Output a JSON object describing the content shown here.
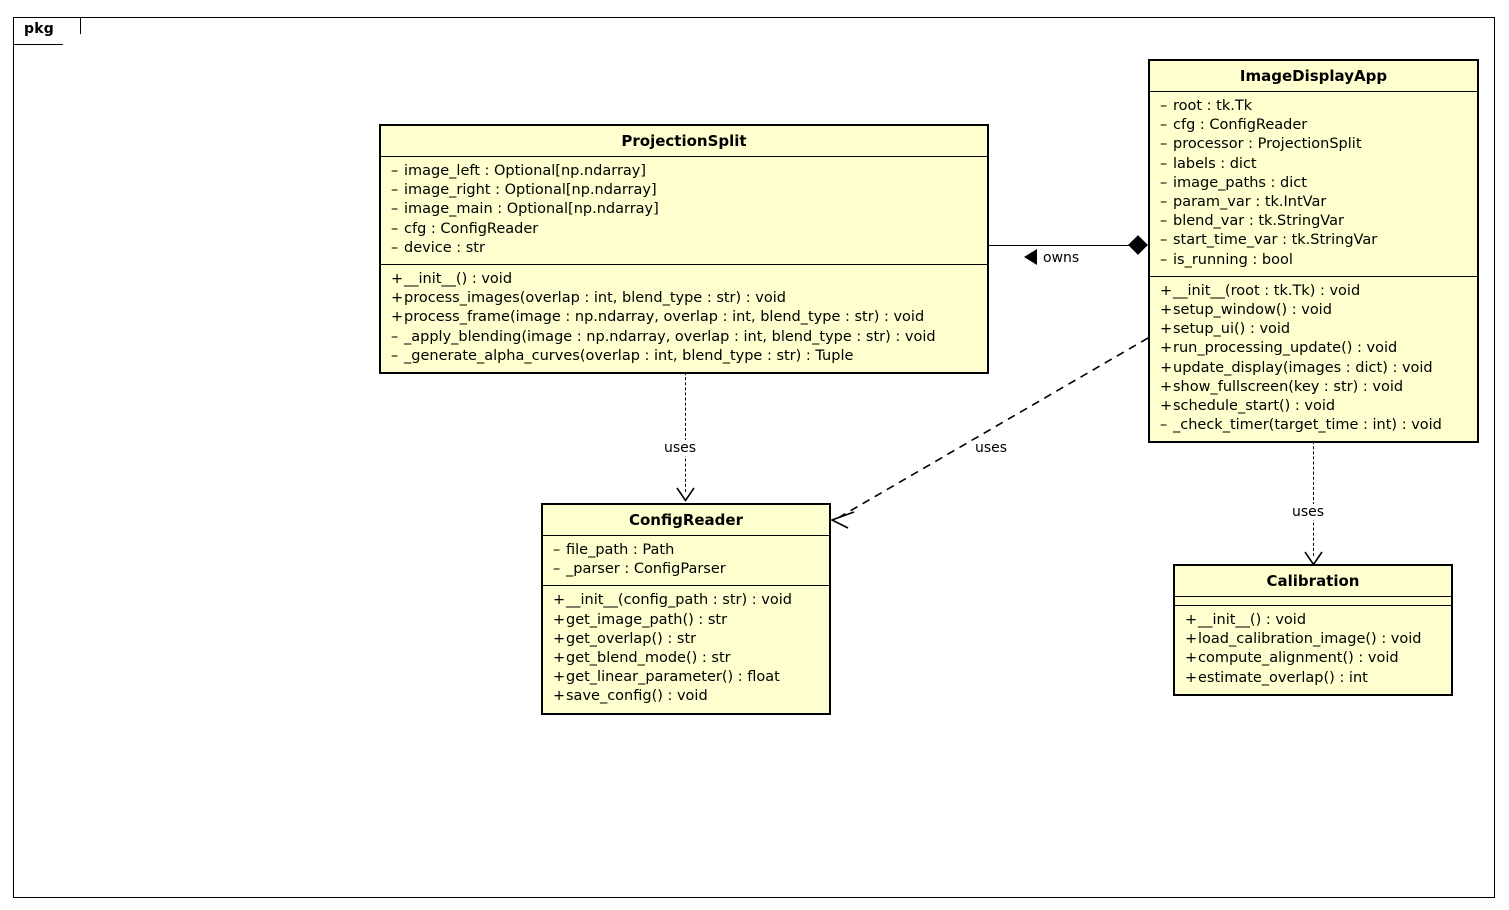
{
  "diagram": {
    "type": "uml-class-diagram",
    "package_label": "pkg",
    "background_color": "#ffffff",
    "class_fill_color": "#fefece",
    "class_border_color": "#000000"
  },
  "classes": [
    {
      "name": "ProjectionSplit",
      "attributes": [
        {
          "visibility": "–",
          "text": "image_left : Optional[np.ndarray]"
        },
        {
          "visibility": "–",
          "text": "image_right : Optional[np.ndarray]"
        },
        {
          "visibility": "–",
          "text": "image_main : Optional[np.ndarray]"
        },
        {
          "visibility": "–",
          "text": "cfg : ConfigReader"
        },
        {
          "visibility": "–",
          "text": "device : str"
        }
      ],
      "methods": [
        {
          "visibility": "+",
          "text": "__init__() : void"
        },
        {
          "visibility": "+",
          "text": "process_images(overlap : int, blend_type : str) : void"
        },
        {
          "visibility": "+",
          "text": "process_frame(image : np.ndarray, overlap : int, blend_type : str) : void"
        },
        {
          "visibility": "–",
          "text": "_apply_blending(image : np.ndarray, overlap : int, blend_type : str) : void"
        },
        {
          "visibility": "–",
          "text": "_generate_alpha_curves(overlap : int, blend_type : str) : Tuple"
        }
      ]
    },
    {
      "name": "ImageDisplayApp",
      "attributes": [
        {
          "visibility": "–",
          "text": "root : tk.Tk"
        },
        {
          "visibility": "–",
          "text": "cfg : ConfigReader"
        },
        {
          "visibility": "–",
          "text": "processor : ProjectionSplit"
        },
        {
          "visibility": "–",
          "text": "labels : dict"
        },
        {
          "visibility": "–",
          "text": "image_paths : dict"
        },
        {
          "visibility": "–",
          "text": "param_var : tk.IntVar"
        },
        {
          "visibility": "–",
          "text": "blend_var : tk.StringVar"
        },
        {
          "visibility": "–",
          "text": "start_time_var : tk.StringVar"
        },
        {
          "visibility": "–",
          "text": "is_running : bool"
        }
      ],
      "methods": [
        {
          "visibility": "+",
          "text": "__init__(root : tk.Tk) : void"
        },
        {
          "visibility": "+",
          "text": "setup_window() : void"
        },
        {
          "visibility": "+",
          "text": "setup_ui() : void"
        },
        {
          "visibility": "+",
          "text": "run_processing_update() : void"
        },
        {
          "visibility": "+",
          "text": "update_display(images : dict) : void"
        },
        {
          "visibility": "+",
          "text": "show_fullscreen(key : str) : void"
        },
        {
          "visibility": "+",
          "text": "schedule_start() : void"
        },
        {
          "visibility": "–",
          "text": "_check_timer(target_time : int) : void"
        }
      ]
    },
    {
      "name": "ConfigReader",
      "attributes": [
        {
          "visibility": "–",
          "text": "file_path : Path"
        },
        {
          "visibility": "–",
          "text": "_parser : ConfigParser"
        }
      ],
      "methods": [
        {
          "visibility": "+",
          "text": "__init__(config_path : str) : void"
        },
        {
          "visibility": "+",
          "text": "get_image_path() : str"
        },
        {
          "visibility": "+",
          "text": "get_overlap() : str"
        },
        {
          "visibility": "+",
          "text": "get_blend_mode() : str"
        },
        {
          "visibility": "+",
          "text": "get_linear_parameter() : float"
        },
        {
          "visibility": "+",
          "text": "save_config() : void"
        }
      ]
    },
    {
      "name": "Calibration",
      "attributes": [],
      "methods": [
        {
          "visibility": "+",
          "text": "__init__() : void"
        },
        {
          "visibility": "+",
          "text": "load_calibration_image() : void"
        },
        {
          "visibility": "+",
          "text": "compute_alignment() : void"
        },
        {
          "visibility": "+",
          "text": "estimate_overlap() : int"
        }
      ]
    }
  ],
  "relationships": [
    {
      "label": "owns",
      "from": "ImageDisplayApp",
      "to": "ProjectionSplit",
      "style": "composition"
    },
    {
      "label": "uses",
      "from": "ProjectionSplit",
      "to": "ConfigReader",
      "style": "dependency"
    },
    {
      "label": "uses",
      "from": "ImageDisplayApp",
      "to": "ConfigReader",
      "style": "dependency"
    },
    {
      "label": "uses",
      "from": "ImageDisplayApp",
      "to": "Calibration",
      "style": "dependency"
    }
  ]
}
